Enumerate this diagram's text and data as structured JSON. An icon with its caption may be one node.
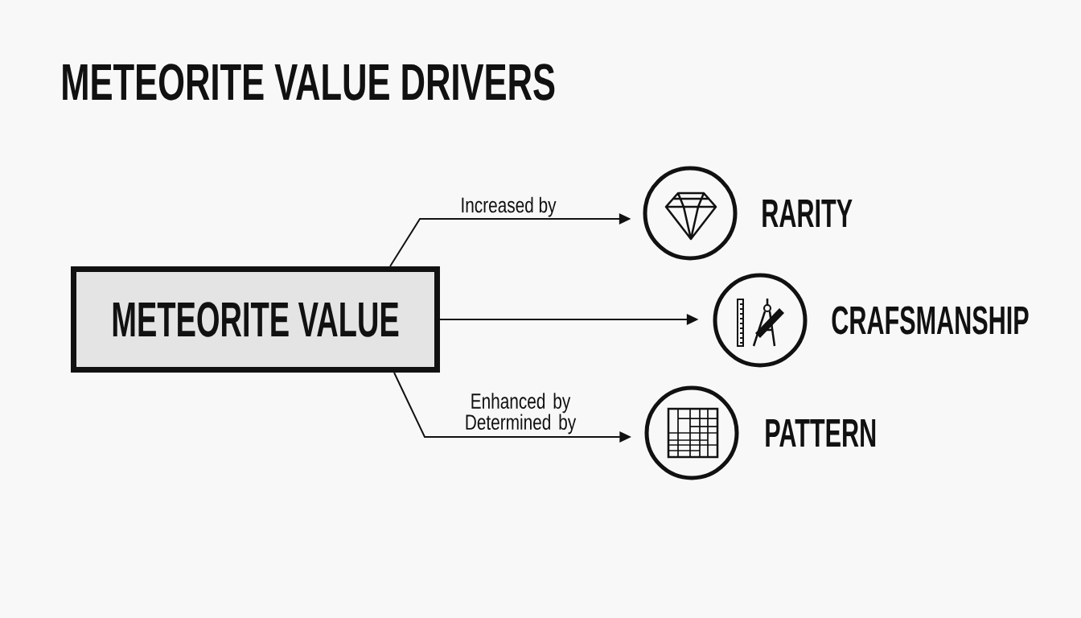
{
  "diagram": {
    "title": "METEORITE VALUE DRIVERS",
    "nodes": [
      {
        "text": [
          "METEORITE VALUE"
        ]
      },
      {
        "text": [
          "RARITY"
        ]
      },
      {
        "text": [
          "CRAFSMANSHIP"
        ]
      },
      {
        "text": [
          "PATTERN"
        ]
      }
    ],
    "edges": [
      {
        "from": 0,
        "to": 1,
        "arrow": "to",
        "label": "Increased by"
      },
      {
        "from": 0,
        "to": 2,
        "arrow": "to"
      },
      {
        "from": 0,
        "to": 3,
        "arrow": "to",
        "label": "Enhanced by Determined by"
      }
    ]
  }
}
